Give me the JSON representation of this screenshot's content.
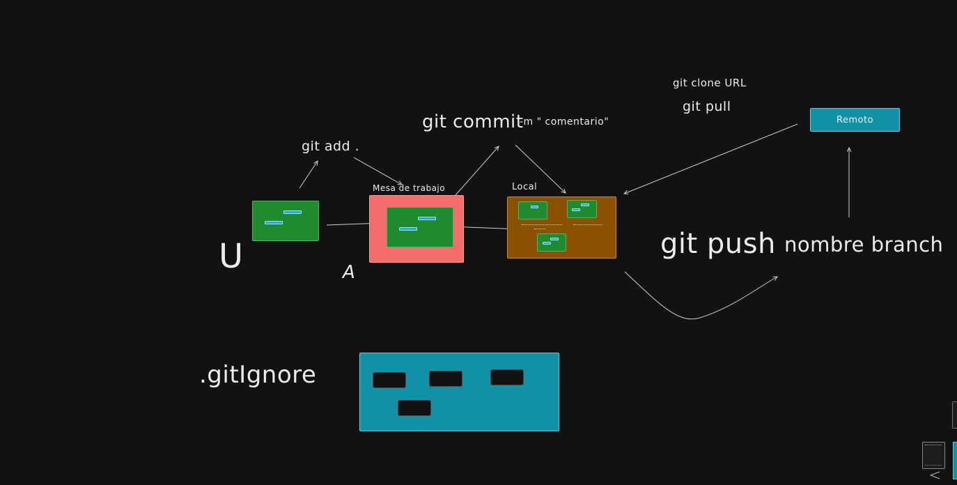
{
  "labels": {
    "git_add": "git add .",
    "git_commit": "git commit",
    "commit_msg": "-m \" comentario\"",
    "git_clone": "git clone URL",
    "git_pull": "git pull",
    "remote": "Remoto",
    "mesa": "Mesa de trabajo",
    "local": "Local",
    "u_mark": "U",
    "a_mark": "A",
    "git_push": "git push",
    "push_target": "nombre branch",
    "gitignore": ".gitIgnore"
  },
  "colors": {
    "background": "#121212",
    "file_green": "#1f8a2e",
    "stage_red": "#f56c6c",
    "local_brown": "#8a5200",
    "remote_teal": "#1290a6",
    "bar_blue": "#29a8d6"
  }
}
